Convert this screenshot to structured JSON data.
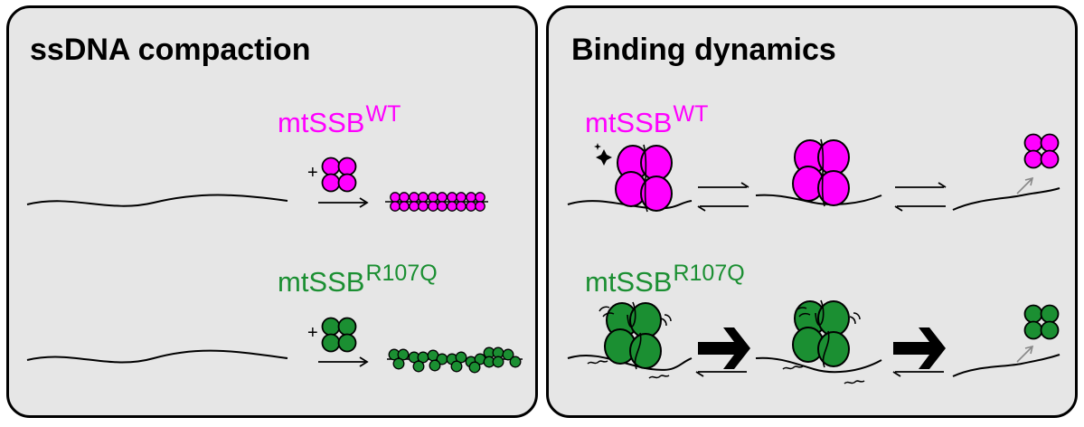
{
  "panels": {
    "left": {
      "title": "ssDNA compaction",
      "rows": [
        {
          "protein": "mtSSB",
          "variant": "WT",
          "plus": "+",
          "color": "#ff00ff"
        },
        {
          "protein": "mtSSB",
          "variant": "R107Q",
          "plus": "+",
          "color": "#1b8f32"
        }
      ]
    },
    "right": {
      "title": "Binding dynamics",
      "rows": [
        {
          "protein": "mtSSB",
          "variant": "WT",
          "color": "#ff00ff"
        },
        {
          "protein": "mtSSB",
          "variant": "R107Q",
          "color": "#1b8f32"
        }
      ]
    }
  },
  "colors": {
    "wt": "#ff00ff",
    "mutant": "#1b8f32",
    "panel_bg": "#e6e6e6",
    "outline": "#000000"
  }
}
